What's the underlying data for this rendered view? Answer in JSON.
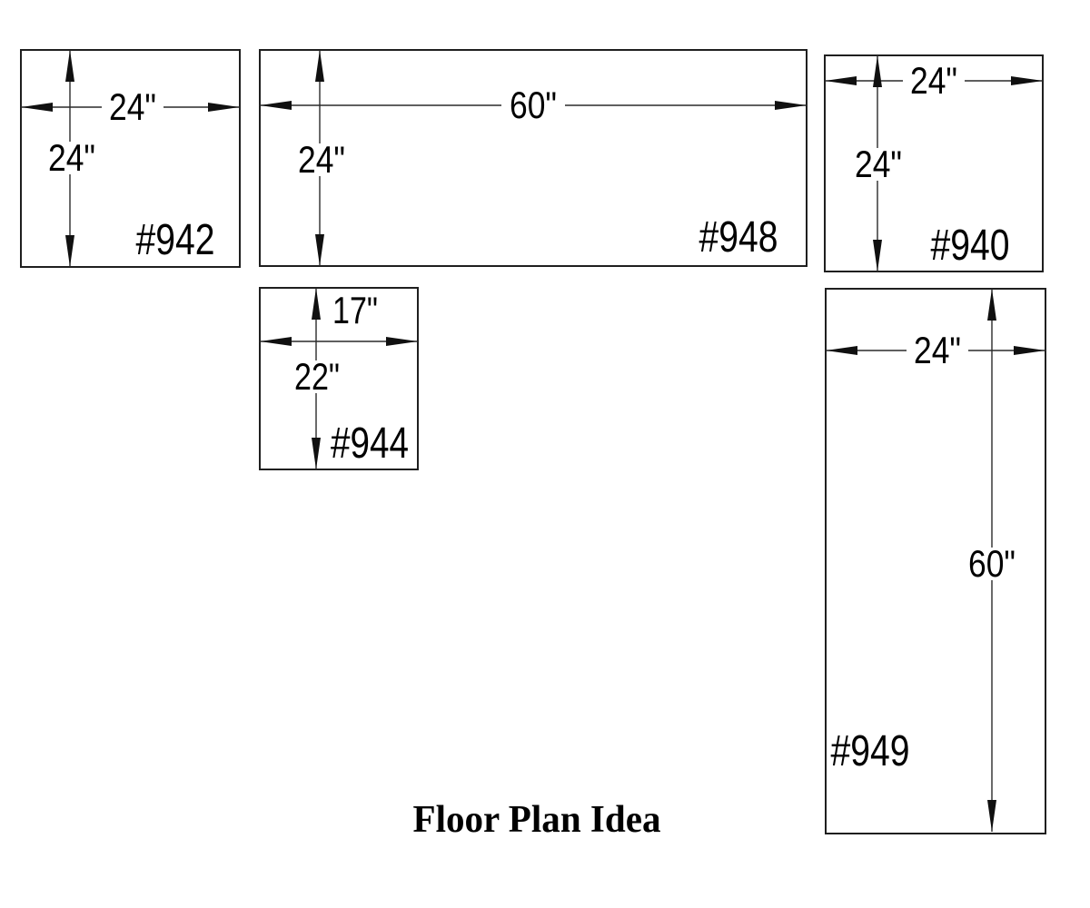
{
  "title": "Floor Plan Idea",
  "pieces": [
    {
      "id": "#942",
      "width_in": 24,
      "height_in": 24,
      "width_label": "24\"",
      "height_label": "24\""
    },
    {
      "id": "#948",
      "width_in": 60,
      "height_in": 24,
      "width_label": "60\"",
      "height_label": "24\""
    },
    {
      "id": "#940",
      "width_in": 24,
      "height_in": 24,
      "width_label": "24\"",
      "height_label": "24\""
    },
    {
      "id": "#944",
      "width_in": 17,
      "height_in": 22,
      "width_label": "17\"",
      "height_label": "22\""
    },
    {
      "id": "#949",
      "width_in": 24,
      "height_in": 60,
      "width_label": "24\"",
      "height_label": "60\""
    }
  ],
  "colors": {
    "line": "#1f1f1f",
    "text": "#000000",
    "background": "#ffffff"
  }
}
